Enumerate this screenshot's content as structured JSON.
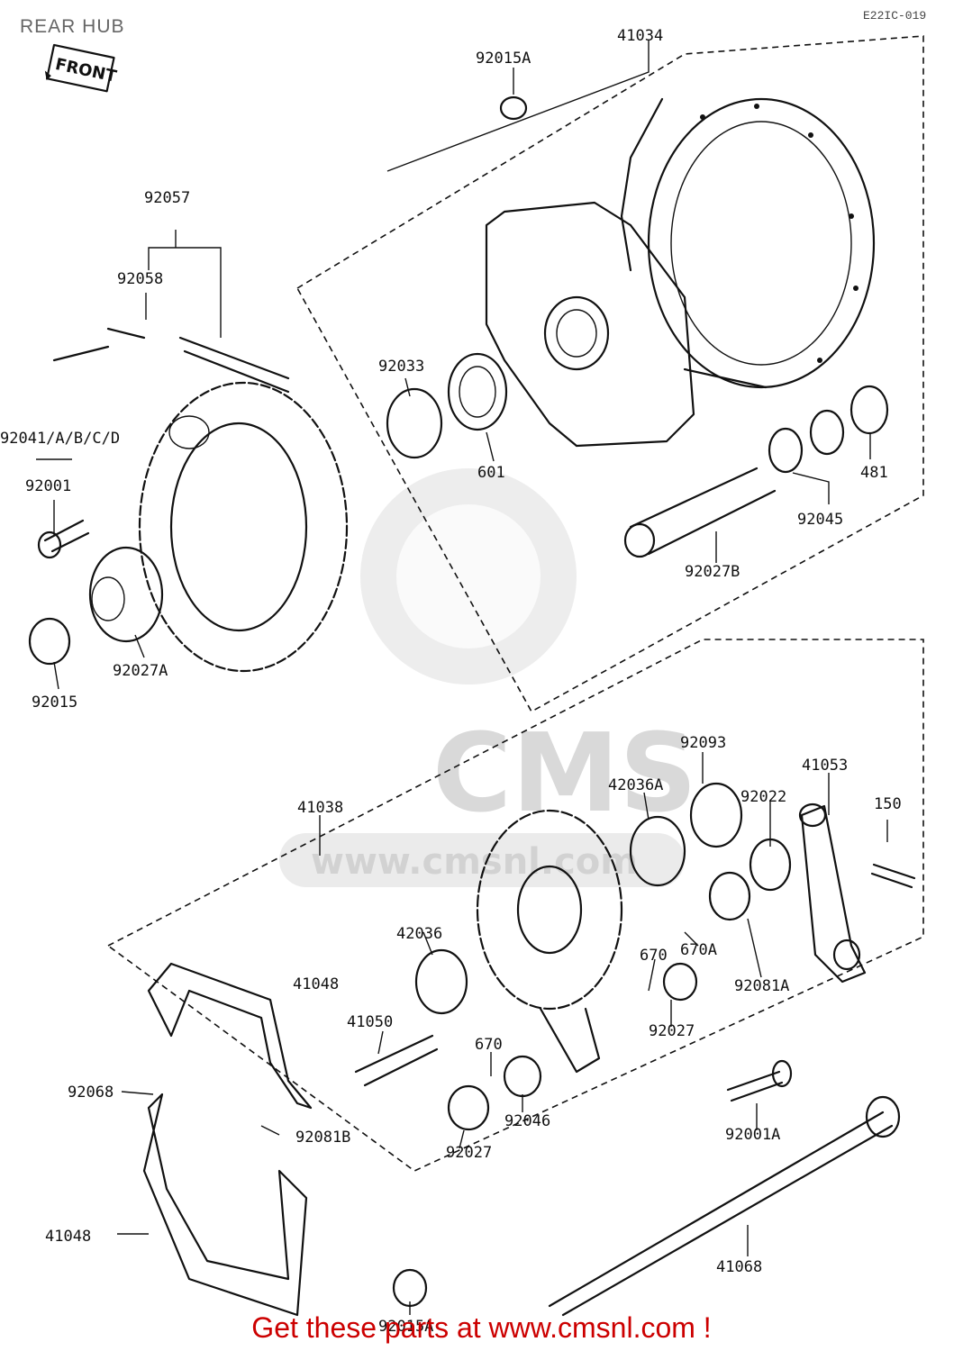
{
  "title": "REAR HUB",
  "diagram_code": "E22IC-019",
  "front_mark": "FRONT",
  "watermark": {
    "logo_text": "CMS",
    "url_text": "www.cmsnl.com"
  },
  "footer_text": "Get these parts at www.cmsnl.com !",
  "parts": {
    "p41034": "41034",
    "p92015A_top": "92015A",
    "p92057": "92057",
    "p92058": "92058",
    "p92033": "92033",
    "p601": "601",
    "p481": "481",
    "p92045": "92045",
    "p92027B": "92027B",
    "p92041": "92041/A/B/C/D",
    "p92001": "92001",
    "p92027A": "92027A",
    "p92015": "92015",
    "p92093": "92093",
    "p42036A": "42036A",
    "p41053": "41053",
    "p92022": "92022",
    "p150": "150",
    "p41038": "41038",
    "p42036": "42036",
    "p670_a": "670",
    "p670A": "670A",
    "p92081A": "92081A",
    "p41048_a": "41048",
    "p41050": "41050",
    "p92027_a": "92027",
    "p92081B": "92081B",
    "p92068": "92068",
    "p670_b": "670",
    "p92046": "92046",
    "p92027_b": "92027",
    "p92001A": "92001A",
    "p41048_b": "41048",
    "p41068": "41068",
    "p92015A_bottom": "92015A"
  }
}
